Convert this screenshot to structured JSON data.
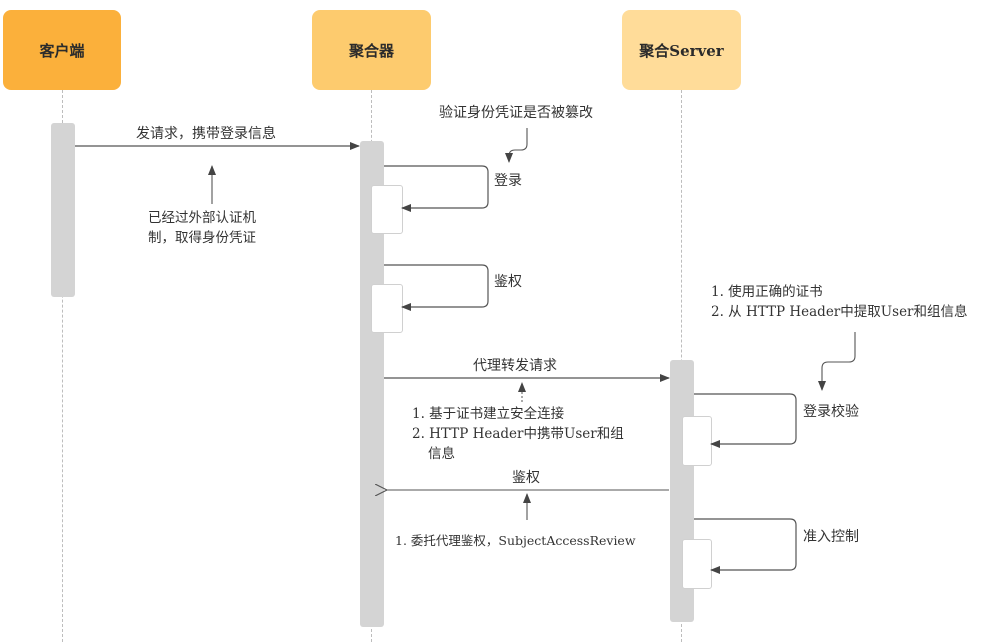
{
  "actors": {
    "client": {
      "label": "客户端",
      "color": "#FBB03B"
    },
    "aggregator": {
      "label": "聚合器",
      "color": "#FDCB6E"
    },
    "server": {
      "label": "聚合Server",
      "color": "#FFDC99"
    }
  },
  "messages": {
    "send_request": "发请求，携带登录信息",
    "login": "登录",
    "authz1": "鉴权",
    "proxy_forward": "代理转发请求",
    "login_verify": "登录校验",
    "authz_back": "鉴权",
    "admission_control": "准入控制"
  },
  "notes": {
    "verify_tamper": "验证身份凭证是否被篡改",
    "client_note": [
      "已经过外部认证机",
      "制，取得身份凭证"
    ],
    "server_note": [
      "1. 使用正确的证书",
      "2. 从 HTTP Header中提取User和组信息"
    ],
    "proxy_note": [
      "1. 基于证书建立安全连接",
      "2. HTTP Header中携带User和组",
      "信息"
    ],
    "delegate_note": "1. 委托代理鉴权，SubjectAccessReview"
  }
}
